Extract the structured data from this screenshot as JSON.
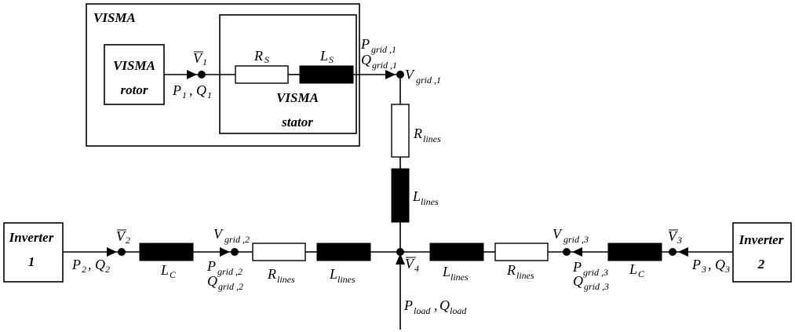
{
  "blocks": {
    "visma_outer": "VISMA",
    "visma_rotor_1": "VISMA",
    "visma_rotor_2": "rotor",
    "visma_stator_1": "VISMA",
    "visma_stator_2": "stator",
    "inverter1_1": "Inverter",
    "inverter1_2": "1",
    "inverter2_1": "Inverter",
    "inverter2_2": "2"
  },
  "labels": {
    "V1": "V",
    "V1_sub": "1",
    "P1": "P",
    "P1_sub": "1",
    "Q1": "Q",
    "Q1_sub": "1",
    "RS": "R",
    "RS_sub": "S",
    "LS": "L",
    "LS_sub": "S",
    "Pgrid1": "P",
    "Pgrid1_sub": "grid ,1",
    "Qgrid1": "Q",
    "Qgrid1_sub": "grid ,1",
    "Vgrid1": "V",
    "Vgrid1_sub": "grid ,1",
    "Rlines_v": "R",
    "Rlines_v_sub": "lines",
    "Llines_v": "L",
    "Llines_v_sub": "lines",
    "V2": "V",
    "V2_sub": "2",
    "P2": "P",
    "P2_sub": "2",
    "Q2": "Q",
    "Q2_sub": "2",
    "LC_left": "L",
    "LC_left_sub": "C",
    "Vgrid2": "V",
    "Vgrid2_sub": "grid ,2",
    "Pgrid2": "P",
    "Pgrid2_sub": "grid ,2",
    "Qgrid2": "Q",
    "Qgrid2_sub": "grid ,2",
    "Rlines_l": "R",
    "Rlines_l_sub": "lines",
    "Llines_l": "L",
    "Llines_l_sub": "lines",
    "V4": "V",
    "V4_sub": "4",
    "Pload": "P",
    "Pload_sub": "load",
    "Qload": "Q",
    "Qload_sub": "load",
    "Llines_r": "L",
    "Llines_r_sub": "lines",
    "Rlines_r": "R",
    "Rlines_r_sub": "lines",
    "Vgrid3": "V",
    "Vgrid3_sub": "grid ,3",
    "Pgrid3": "P",
    "Pgrid3_sub": "grid ,3",
    "Qgrid3": "Q",
    "Qgrid3_sub": "grid ,3",
    "LC_right": "L",
    "LC_right_sub": "C",
    "V3": "V",
    "V3_sub": "3",
    "P3": "P",
    "P3_sub": "3",
    "Q3": "Q",
    "Q3_sub": "3",
    "comma": ","
  }
}
